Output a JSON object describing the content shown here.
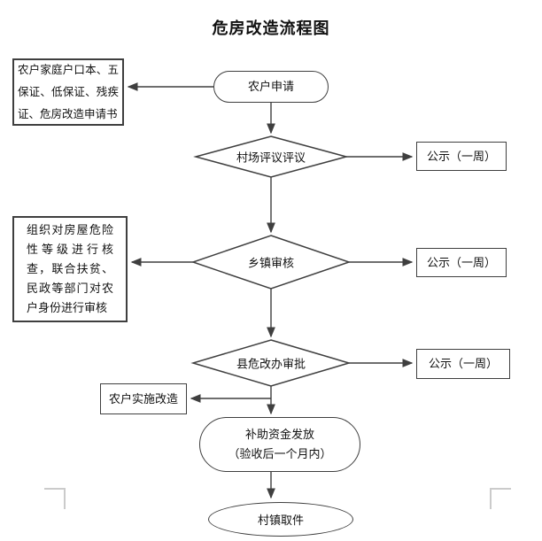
{
  "title": "危房改造流程图",
  "nodes": {
    "docs": "农户家庭户口本、五保证、低保证、残疾证、危房改造申请书",
    "apply": "农户申请",
    "village_review": "村场评议评议",
    "publicity_1": "公示（一周）",
    "verify": "组织对房屋危险性等级进行核查，联合扶贫、民政等部门对农户身份进行审核",
    "township_review": "乡镇审核",
    "publicity_2": "公示（一周）",
    "county_approval": "县危改办审批",
    "publicity_3": "公示（一周）",
    "implement": "农户实施改造",
    "subsidy_line_1": "补助资金发放",
    "subsidy_line_2": "（验收后一个月内）",
    "pickup": "村镇取件"
  },
  "colors": {
    "line": "#3f3f3f",
    "text": "#111111",
    "background": "#ffffff",
    "corner_mark": "#cbcbcb"
  }
}
